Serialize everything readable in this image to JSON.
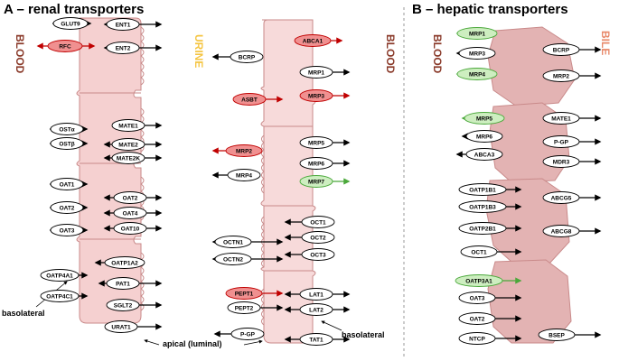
{
  "panels": {
    "renal_title": "A – renal transporters",
    "hepatic_title": "B – hepatic transporters"
  },
  "side_labels": {
    "blood_left": "BLOOD",
    "urine": "URINE",
    "blood_mid": "BLOOD",
    "blood_hepatic": "BLOOD",
    "bile": "BILE"
  },
  "annotations": {
    "basolateral_left": "basolateral",
    "apical": "apical (luminal)",
    "basolateral_right": "basolateral"
  },
  "colors": {
    "cell_fill": "#f5d0d0",
    "cell_stroke": "#c98a8a",
    "hep_fill": "#e3b3b3",
    "red_fill": "#f09090",
    "red_stroke": "#c00000",
    "green_fill": "#cdeec0",
    "green_stroke": "#4aa83a",
    "urine_color": "#f5c542",
    "blood_color": "#8a3a2a",
    "bile_color": "#e8896a"
  },
  "transporters": {
    "renal_cell1": {
      "blood_side": [
        {
          "label": "GLUT9",
          "dir": "right",
          "style": "normal"
        },
        {
          "label": "RFC",
          "dir": "both",
          "style": "red"
        },
        {
          "label": "OSTα",
          "dir": "right",
          "style": "normal"
        },
        {
          "label": "OSTβ",
          "dir": "right",
          "style": "normal"
        },
        {
          "label": "OAT1",
          "dir": "right",
          "style": "normal"
        },
        {
          "label": "OAT2",
          "dir": "right",
          "style": "normal"
        },
        {
          "label": "OAT3",
          "dir": "right",
          "style": "normal"
        },
        {
          "label": "OATP4A1",
          "dir": "right",
          "style": "normal"
        },
        {
          "label": "OATP4C1",
          "dir": "right",
          "style": "normal"
        }
      ],
      "inner": [
        {
          "label": "ENT1",
          "dir": "both",
          "style": "normal"
        },
        {
          "label": "ENT2",
          "dir": "both",
          "style": "normal"
        },
        {
          "label": "MATE1",
          "dir": "right",
          "style": "normal"
        },
        {
          "label": "MATE2",
          "dir": "both",
          "style": "normal"
        },
        {
          "label": "MATE2K",
          "dir": "both",
          "style": "normal"
        },
        {
          "label": "OAT2",
          "dir": "both",
          "style": "normal"
        },
        {
          "label": "OAT4",
          "dir": "both",
          "style": "normal"
        },
        {
          "label": "OAT10",
          "dir": "both",
          "style": "normal"
        },
        {
          "label": "OATP1A2",
          "dir": "left",
          "style": "normal"
        },
        {
          "label": "PAT1",
          "dir": "both",
          "style": "normal"
        },
        {
          "label": "SGLT2",
          "dir": "right",
          "style": "normal"
        },
        {
          "label": "URAT1",
          "dir": "right",
          "style": "normal"
        }
      ]
    },
    "renal_cell2": {
      "urine_side": [
        {
          "label": "BCRP",
          "dir": "left",
          "style": "normal"
        },
        {
          "label": "ASBT",
          "dir": "right",
          "style": "red"
        },
        {
          "label": "MRP2",
          "dir": "left",
          "style": "red"
        },
        {
          "label": "MRP4",
          "dir": "left",
          "style": "normal"
        },
        {
          "label": "OCTN1",
          "dir": "both",
          "style": "normal"
        },
        {
          "label": "OCTN2",
          "dir": "both",
          "style": "normal"
        },
        {
          "label": "PEPT1",
          "dir": "right",
          "style": "red"
        },
        {
          "label": "PEPT2",
          "dir": "right",
          "style": "normal"
        },
        {
          "label": "P-GP",
          "dir": "left",
          "style": "normal"
        }
      ],
      "blood_side": [
        {
          "label": "ABCA1",
          "dir": "right",
          "style": "red"
        },
        {
          "label": "MRP1",
          "dir": "right",
          "style": "normal"
        },
        {
          "label": "MRP3",
          "dir": "right",
          "style": "red"
        },
        {
          "label": "MRP5",
          "dir": "right",
          "style": "normal"
        },
        {
          "label": "MRP6",
          "dir": "right",
          "style": "normal"
        },
        {
          "label": "MRP7",
          "dir": "right",
          "style": "green"
        },
        {
          "label": "OCT1",
          "dir": "left",
          "style": "normal"
        },
        {
          "label": "OCT2",
          "dir": "left",
          "style": "normal"
        },
        {
          "label": "OCT3",
          "dir": "left",
          "style": "normal"
        },
        {
          "label": "LAT1",
          "dir": "both",
          "style": "normal"
        },
        {
          "label": "LAT2",
          "dir": "both",
          "style": "normal"
        },
        {
          "label": "TAT1",
          "dir": "both",
          "style": "normal"
        }
      ]
    },
    "hepatic": {
      "blood_side": [
        {
          "label": "MRP1",
          "dir": "left",
          "style": "green"
        },
        {
          "label": "MRP3",
          "dir": "left",
          "style": "normal"
        },
        {
          "label": "MRP4",
          "dir": "left",
          "style": "green"
        },
        {
          "label": "MRP5",
          "dir": "left",
          "style": "green"
        },
        {
          "label": "MRP6",
          "dir": "left",
          "style": "normal"
        },
        {
          "label": "ABCA3",
          "dir": "left",
          "style": "normal"
        },
        {
          "label": "OATP1B1",
          "dir": "right",
          "style": "normal"
        },
        {
          "label": "OATP1B3",
          "dir": "right",
          "style": "normal"
        },
        {
          "label": "OATP2B1",
          "dir": "right",
          "style": "normal"
        },
        {
          "label": "OCT1",
          "dir": "right",
          "style": "normal"
        },
        {
          "label": "OATP3A1",
          "dir": "right",
          "style": "green"
        },
        {
          "label": "OAT3",
          "dir": "right",
          "style": "normal"
        },
        {
          "label": "OAT2",
          "dir": "right",
          "style": "normal"
        },
        {
          "label": "NTCP",
          "dir": "right",
          "style": "normal"
        }
      ],
      "bile_side": [
        {
          "label": "BCRP",
          "dir": "right",
          "style": "normal"
        },
        {
          "label": "MRP2",
          "dir": "right",
          "style": "normal"
        },
        {
          "label": "MATE1",
          "dir": "right",
          "style": "normal"
        },
        {
          "label": "P-GP",
          "dir": "right",
          "style": "normal"
        },
        {
          "label": "MDR3",
          "dir": "right",
          "style": "normal"
        },
        {
          "label": "ABCG5",
          "dir": "right",
          "style": "normal"
        },
        {
          "label": "ABCG8",
          "dir": "right",
          "style": "normal"
        },
        {
          "label": "BSEP",
          "dir": "right",
          "style": "normal"
        }
      ]
    }
  }
}
